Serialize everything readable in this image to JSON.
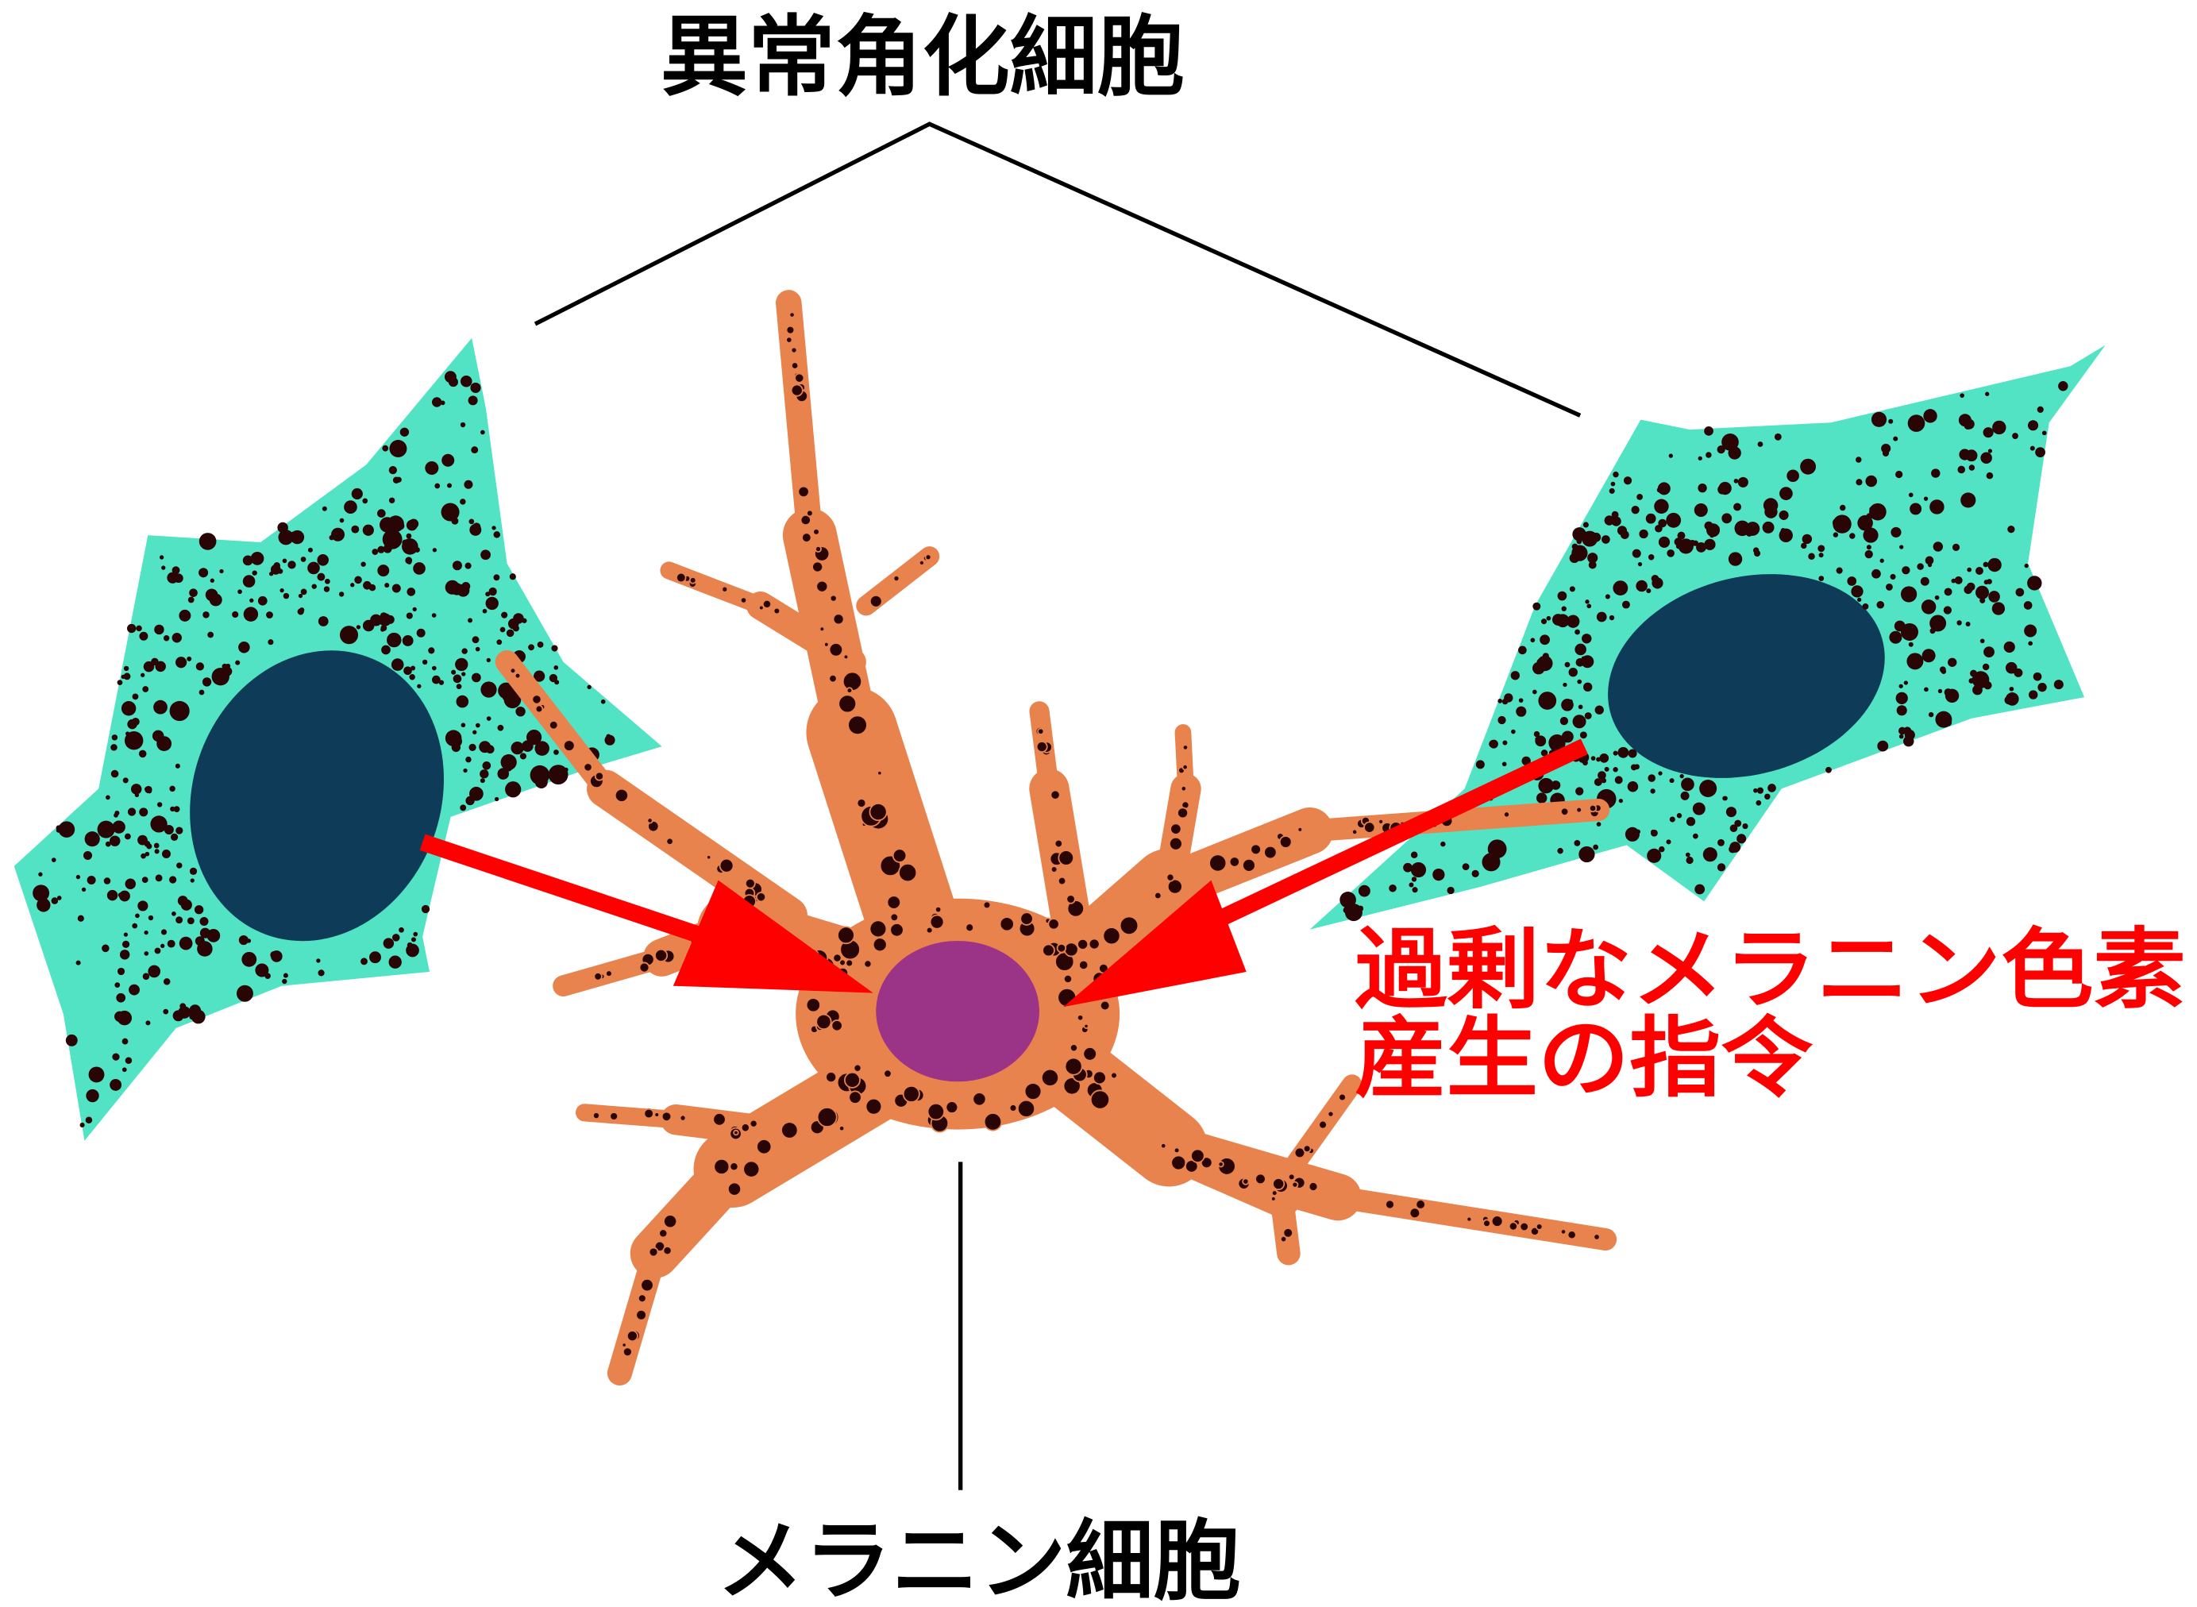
{
  "labels": {
    "top": "異常角化細胞",
    "bottom": "メラニン細胞",
    "annotation_line1": "過剰なメラニン色素",
    "annotation_line2": "産生の指令"
  },
  "colors": {
    "keratinocyte": "#52e3c4",
    "nucleus_keratinocyte": "#0e3b57",
    "melanocyte": "#e8834e",
    "nucleus_melanocyte": "#9b3487",
    "melanin": "#2a0505",
    "arrow": "#ff0000",
    "text": "#000000"
  }
}
